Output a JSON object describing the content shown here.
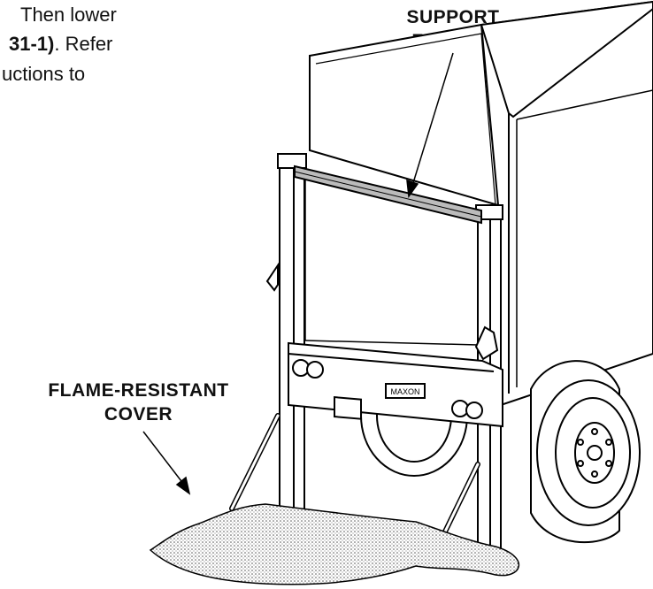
{
  "intro_text": {
    "line1": "Then lower",
    "line2_bold": "31-1)",
    "line2_rest": ". Refer",
    "line3": "uctions to"
  },
  "labels": {
    "support_fixture": [
      "SUPPORT",
      "FIXTURE"
    ],
    "flame_resistant_cover": [
      "FLAME-RESISTANT",
      "COVER"
    ]
  },
  "lift_panel_marking": "MAXON"
}
